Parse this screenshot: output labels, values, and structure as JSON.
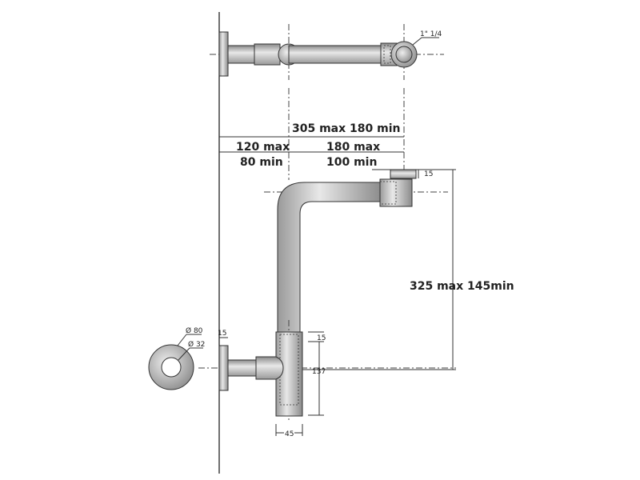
{
  "labels": {
    "thread": "1\" 1/4",
    "total": "305 max 180 min",
    "wall_max": "120 max",
    "wall_min": "80 min",
    "arm_max": "180 max",
    "arm_min": "100 min",
    "cap": "15",
    "height": "325 max 145min",
    "rosette_outer": "Ø 80",
    "rosette_inner": "Ø 32",
    "flange": "15",
    "trap_top": "15",
    "trap_height": "137",
    "trap_width": "45"
  }
}
